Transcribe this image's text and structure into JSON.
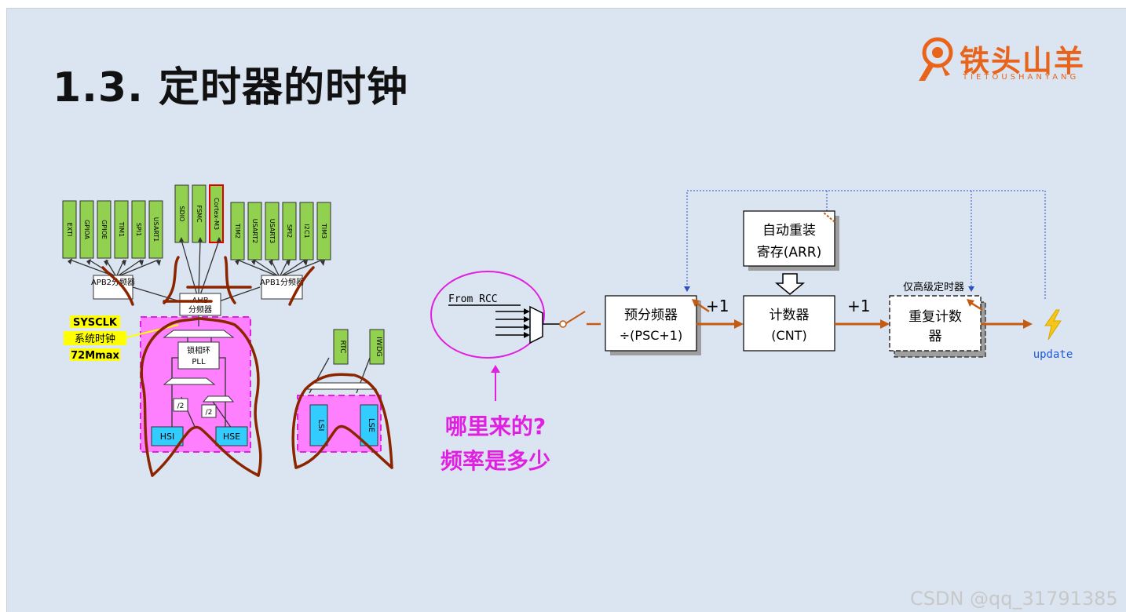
{
  "slide": {
    "title": "1.3. 定时器的时钟",
    "logo": {
      "name_cn": "铁头山羊",
      "name_en": "TIETOUSHANYANG",
      "icon": "ram-head-icon"
    },
    "watermark": "CSDN @qq_31791385"
  },
  "clock_tree": {
    "apb2_peripherals": [
      "EXTI",
      "GPIOA",
      "GPIOE",
      "TIM1",
      "SPI1",
      "USART1"
    ],
    "ahb_peripherals": [
      "SDIO",
      "FSMC",
      "Cortex-M3"
    ],
    "apb1_peripherals": [
      "TIM2",
      "USART2",
      "USART3",
      "SPI2",
      "I2C1",
      "TIM3"
    ],
    "apb2_prescaler": "APB2分频器",
    "apb1_prescaler": "APB1分频器",
    "ahb_prescaler_line1": "AHB",
    "ahb_prescaler_line2": "分频器",
    "pll_line1": "锁相环",
    "pll_line2": "PLL",
    "div2_a": "/2",
    "div2_b": "/2",
    "hsi": "HSI",
    "hse": "HSE",
    "sysclk_line1": "SYSCLK",
    "sysclk_line2": "系统时钟",
    "sysclk_line3": "72Mmax",
    "rtc": "RTC",
    "iwdg": "IWDG",
    "lsi": "LSI",
    "lse": "LSE",
    "highlight_color": "#ff80ff",
    "peripheral_color": "#92d050",
    "oscillator_color": "#33ccff",
    "annotation_color": "#8b2500"
  },
  "timer_diagram": {
    "from_rcc": "From RCC",
    "question_line1": "哪里来的?",
    "question_line2": "频率是多少",
    "prescaler_line1": "预分频器",
    "prescaler_line2": "÷(PSC+1)",
    "plus_one_a": "+1",
    "arr_line1": "自动重装",
    "arr_line2": "寄存(ARR)",
    "counter_line1": "计数器",
    "counter_line2": "(CNT)",
    "plus_one_b": "+1",
    "advanced_only": "仅高级定时器",
    "repetition_line1": "重复计数",
    "repetition_line2": "器",
    "update": "update",
    "flow_color": "#c55a11",
    "question_color": "#e020e0",
    "update_color": "#1f5bd6"
  }
}
